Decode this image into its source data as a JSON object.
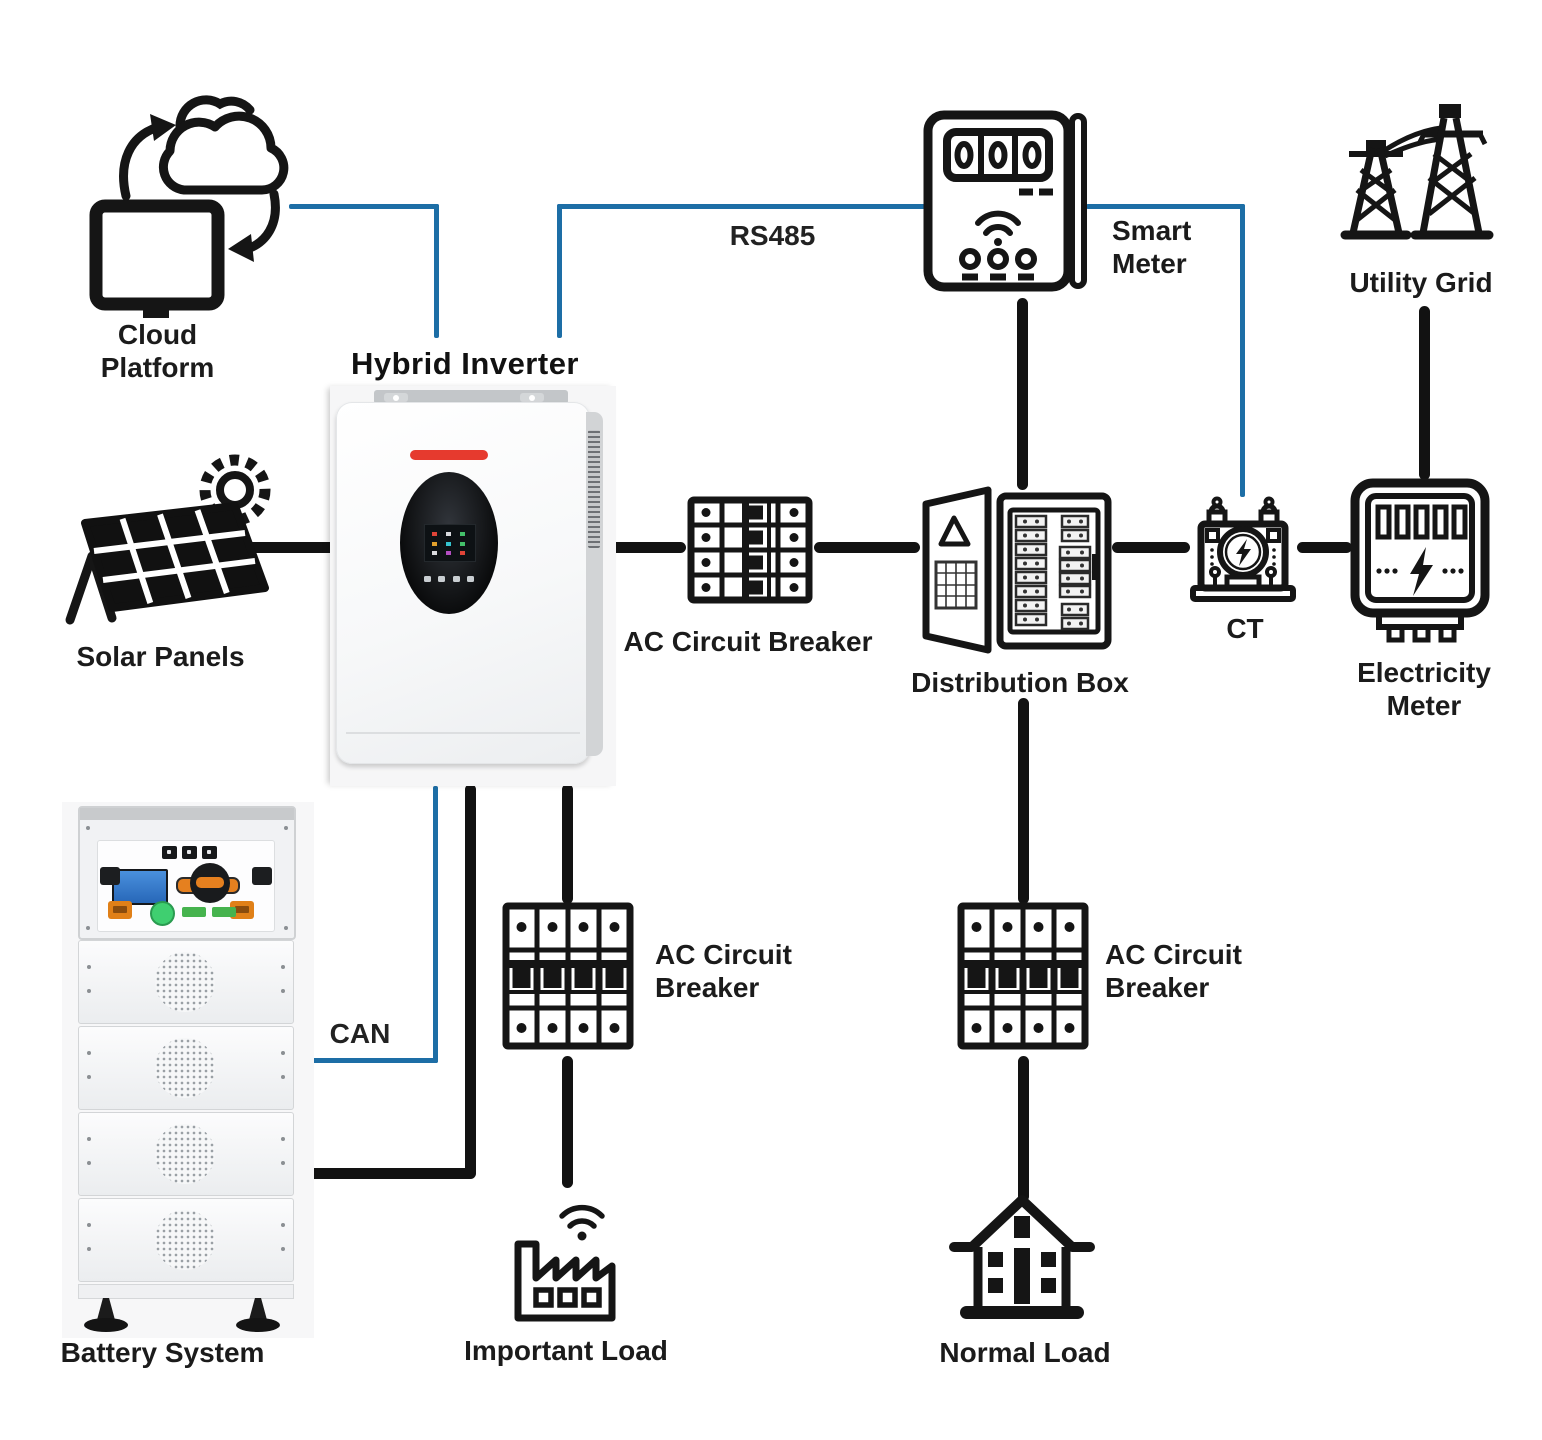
{
  "nodes": {
    "cloud_platform": {
      "label": "Cloud Platform"
    },
    "hybrid_inverter": {
      "label": "Hybrid Inverter"
    },
    "solar_panels": {
      "label": "Solar Panels"
    },
    "battery_system": {
      "label": "Battery System"
    },
    "smart_meter": {
      "label": "Smart Meter"
    },
    "utility_grid": {
      "label": "Utility Grid"
    },
    "ac_circuit_breaker_main": {
      "label": "AC Circuit Breaker"
    },
    "distribution_box": {
      "label": "Distribution Box"
    },
    "ct": {
      "label": "CT"
    },
    "electricity_meter": {
      "label": "Electricity Meter"
    },
    "ac_circuit_breaker_important": {
      "label": "AC Circuit Breaker"
    },
    "ac_circuit_breaker_normal": {
      "label": "AC Circuit Breaker"
    },
    "important_load": {
      "label": "Important Load"
    },
    "normal_load": {
      "label": "Normal Load"
    }
  },
  "connections": {
    "rs485": "RS485",
    "can": "CAN"
  },
  "colors": {
    "power_line": "#121212",
    "signal_line": "#1d6ea6",
    "inverter_led_strip": "#e63a2e",
    "label_text": "#1b1b1b",
    "background": "#ffffff"
  }
}
